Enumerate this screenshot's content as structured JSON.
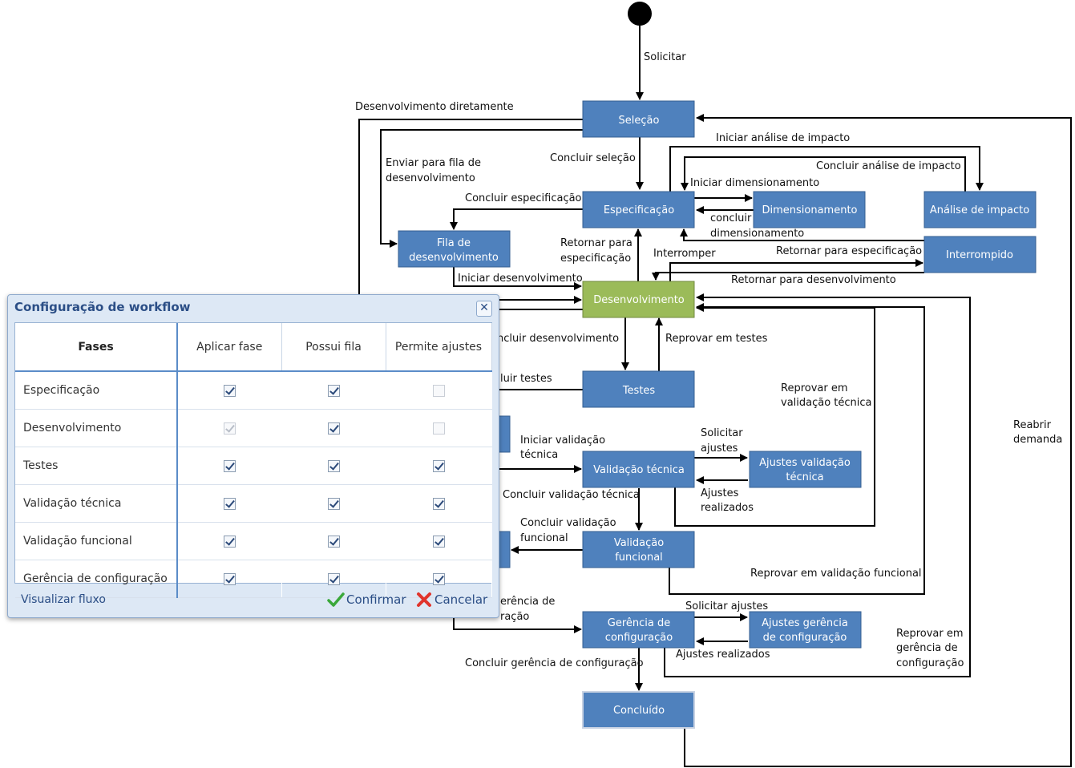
{
  "flow": {
    "nodes": {
      "selecao": "Seleção",
      "especificacao": "Especificação",
      "dimensionamento": "Dimensionamento",
      "analise_impacto": "Análise de impacto",
      "fila_l1": "Fila de",
      "fila_l2": "desenvolvimento",
      "interrompido": "Interrompido",
      "desenvolvimento": "Desenvolvimento",
      "testes": "Testes",
      "validacao_tecnica": "Validação técnica",
      "ajustes_vt_l1": "Ajustes validação",
      "ajustes_vt_l2": "técnica",
      "validacao_funcional_l1": "Validação",
      "validacao_funcional_l2": "funcional",
      "gerencia_l1": "Gerência de",
      "gerencia_l2": "configuração",
      "ajustes_gc_l1": "Ajustes gerência",
      "ajustes_gc_l2": "de configuração",
      "concluido": "Concluído"
    },
    "labels": {
      "solicitar": "Solicitar",
      "desenvolvimento_diretamente": "Desenvolvimento diretamente",
      "iniciar_analise_impacto": "Iniciar análise de impacto",
      "concluir_analise_impacto": "Concluir análise de impacto",
      "enviar_fila_l1": "Enviar para fila de",
      "enviar_fila_l2": "desenvolvimento",
      "concluir_selecao": "Concluir seleção",
      "iniciar_dimensionamento": "Iniciar dimensionamento",
      "concluir_especificacao": "Concluir especificação",
      "concluir_dim_l1": "concluir",
      "concluir_dim_l2": "dimensionamento",
      "retornar_espec_l1": "Retornar para",
      "retornar_espec_l2": "especificação",
      "interromper": "Interromper",
      "retornar_para_especificacao": "Retornar para especificação",
      "iniciar_desenvolvimento": "Iniciar desenvolvimento",
      "retornar_para_desenvolvimento": "Retornar para desenvolvimento",
      "concluir_desenvolvimento": "ncluir desenvolvimento",
      "reprovar_em_testes": "Reprovar em testes",
      "concluir_testes": "luir testes",
      "reprovar_vt_l1": "Reprovar em",
      "reprovar_vt_l2": "validação técnica",
      "reabrir_l1": "Reabrir",
      "reabrir_l2": "demanda",
      "iniciar_vt_l1": "Iniciar validação",
      "iniciar_vt_l2": "técnica",
      "solicitar_ajustes_l1": "Solicitar",
      "solicitar_ajustes_l2": "ajustes",
      "ajustes_realizados_l1": "Ajustes",
      "ajustes_realizados_l2": "realizados",
      "concluir_vt": "Concluir validação técnica",
      "concluir_vf_l1": "Concluir validação",
      "concluir_vf_l2": "funcional",
      "reprovar_vf": "Reprovar em validação funcional",
      "gerencia_frag_l1": "erência de",
      "gerencia_frag_l2": "ração",
      "solicitar_ajustes": "Solicitar ajustes",
      "ajustes_realizados": "Ajustes realizados",
      "reprovar_gc_l1": "Reprovar em",
      "reprovar_gc_l2": "gerência de",
      "reprovar_gc_l3": "configuração",
      "concluir_gc": "Concluir gerência de configuração"
    },
    "colors": {
      "node": "#4f81bd",
      "node_border": "#365f91",
      "active": "#9bbb59",
      "active_border": "#71893f"
    }
  },
  "dialog": {
    "title": "Configuração de workflow",
    "close_icon": "close-icon",
    "columns": [
      "Fases",
      "Aplicar fase",
      "Possui fila",
      "Permite ajustes"
    ],
    "rows": [
      {
        "phase": "Especificação",
        "aplicar": true,
        "aplicar_disabled": false,
        "fila": true,
        "ajustes": false
      },
      {
        "phase": "Desenvolvimento",
        "aplicar": true,
        "aplicar_disabled": true,
        "fila": true,
        "ajustes": false
      },
      {
        "phase": "Testes",
        "aplicar": true,
        "aplicar_disabled": false,
        "fila": true,
        "ajustes": true
      },
      {
        "phase": "Validação técnica",
        "aplicar": true,
        "aplicar_disabled": false,
        "fila": true,
        "ajustes": true
      },
      {
        "phase": "Validação funcional",
        "aplicar": true,
        "aplicar_disabled": false,
        "fila": true,
        "ajustes": true
      },
      {
        "phase": "Gerência de configuração",
        "aplicar": true,
        "aplicar_disabled": false,
        "fila": true,
        "ajustes": true
      }
    ],
    "footer": {
      "view_flow": "Visualizar fluxo",
      "confirm": "Confirmar",
      "cancel": "Cancelar"
    }
  }
}
